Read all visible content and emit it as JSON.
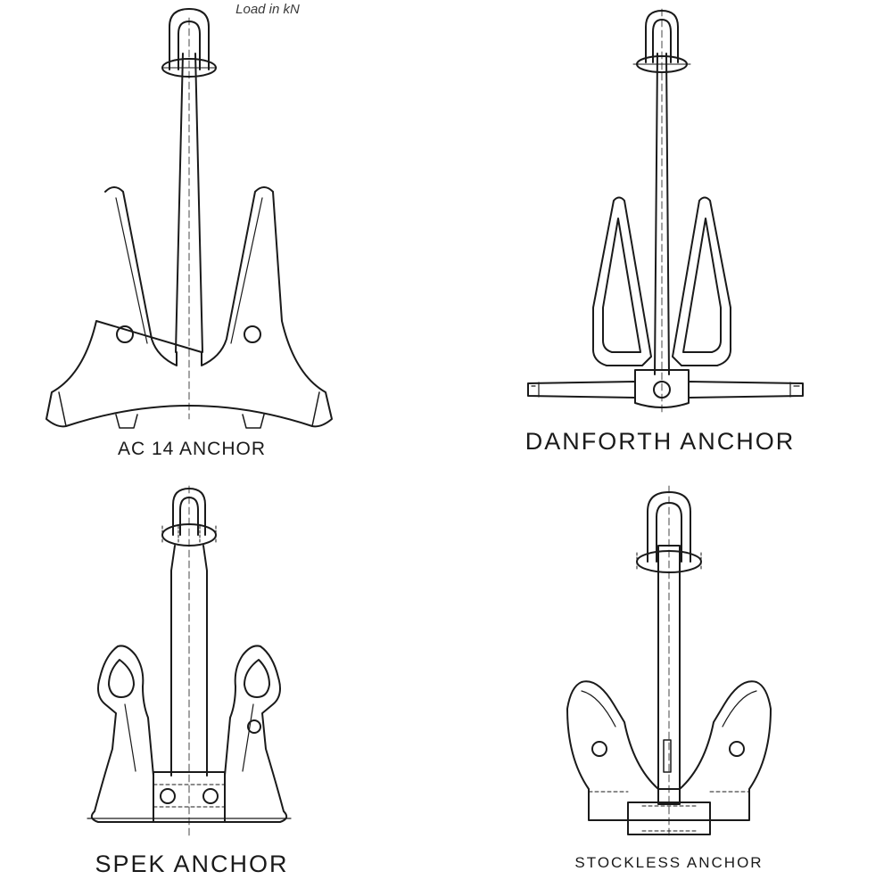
{
  "note": "Load in kN",
  "anchors": [
    {
      "label": "AC 14 ANCHOR"
    },
    {
      "label": "DANFORTH ANCHOR"
    },
    {
      "label": "SPEK ANCHOR"
    },
    {
      "label": "STOCKLESS ANCHOR"
    }
  ],
  "colors": {
    "ink": "#1a1a1a",
    "background": "#ffffff"
  }
}
